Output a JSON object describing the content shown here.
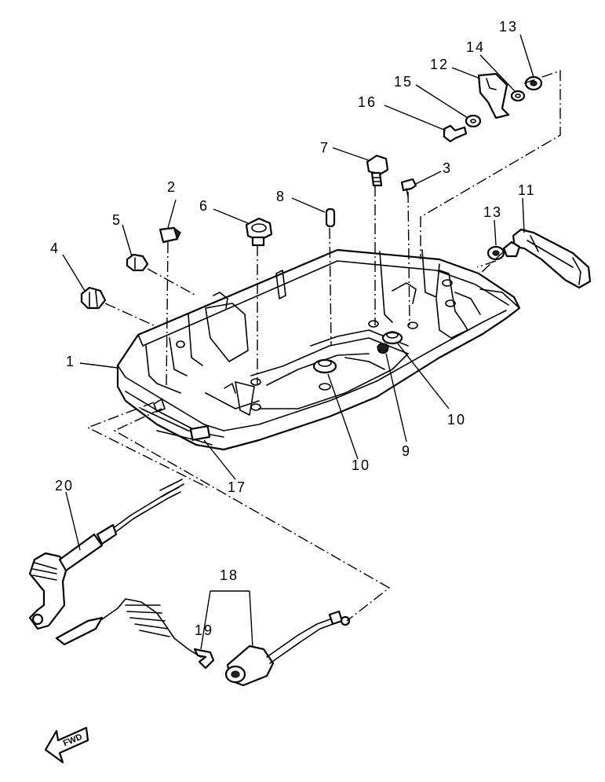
{
  "labels": {
    "p1": "1",
    "p2": "2",
    "p3": "3",
    "p4": "4",
    "p5": "5",
    "p6": "6",
    "p7": "7",
    "p8": "8",
    "p9": "9",
    "p10a": "10",
    "p10b": "10",
    "p11": "11",
    "p12": "12",
    "p13a": "13",
    "p13b": "13",
    "p14": "14",
    "p15": "15",
    "p16": "16",
    "p17": "17",
    "p18": "18",
    "p19": "19",
    "p20": "20"
  },
  "fwd": "FWD"
}
